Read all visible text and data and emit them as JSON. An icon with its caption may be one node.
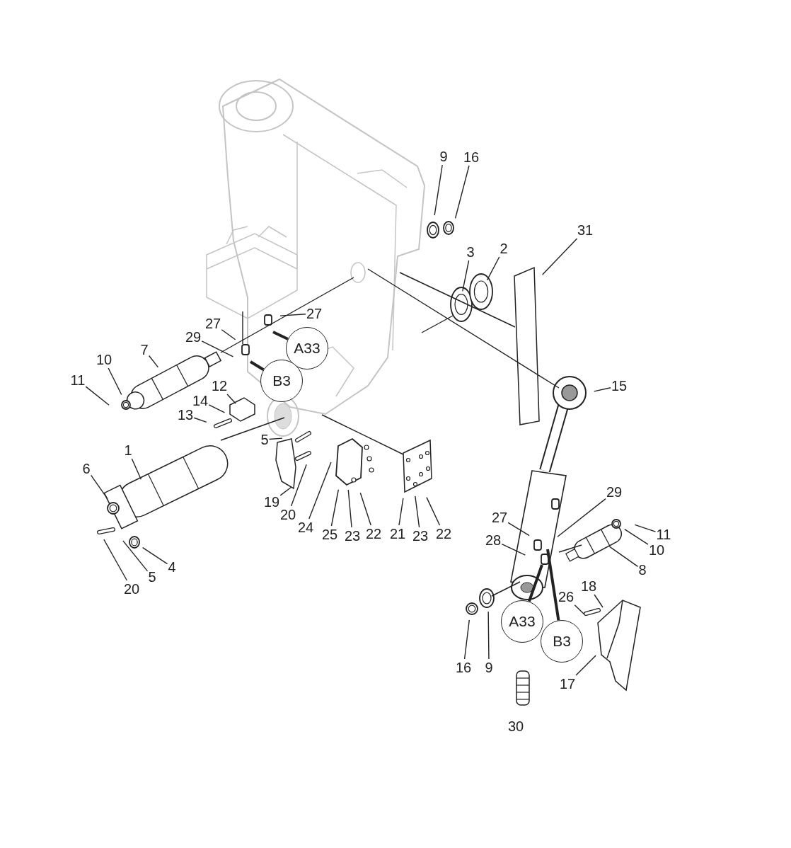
{
  "diagram": {
    "nodes": [
      {
        "text": [
          "9"
        ]
      },
      {
        "text": [
          "16"
        ]
      },
      {
        "text": [
          "31"
        ]
      },
      {
        "text": [
          "3"
        ]
      },
      {
        "text": [
          "2"
        ]
      },
      {
        "text": [
          "27"
        ]
      },
      {
        "text": [
          "27"
        ]
      },
      {
        "text": [
          "A33"
        ]
      },
      {
        "text": [
          "29"
        ]
      },
      {
        "text": [
          "7"
        ]
      },
      {
        "text": [
          "10"
        ]
      },
      {
        "text": [
          "B3"
        ]
      },
      {
        "text": [
          "11"
        ]
      },
      {
        "text": [
          "15"
        ]
      },
      {
        "text": [
          "12"
        ]
      },
      {
        "text": [
          "14"
        ]
      },
      {
        "text": [
          "13"
        ]
      },
      {
        "text": [
          "5"
        ]
      },
      {
        "text": [
          "1"
        ]
      },
      {
        "text": [
          "6"
        ]
      },
      {
        "text": [
          "29"
        ]
      },
      {
        "text": [
          "19"
        ]
      },
      {
        "text": [
          "20"
        ]
      },
      {
        "text": [
          "27"
        ]
      },
      {
        "text": [
          "24"
        ]
      },
      {
        "text": [
          "25"
        ]
      },
      {
        "text": [
          "23"
        ]
      },
      {
        "text": [
          "22"
        ]
      },
      {
        "text": [
          "21"
        ]
      },
      {
        "text": [
          "23"
        ]
      },
      {
        "text": [
          "22"
        ]
      },
      {
        "text": [
          "11"
        ]
      },
      {
        "text": [
          "28"
        ]
      },
      {
        "text": [
          "10"
        ]
      },
      {
        "text": [
          "4"
        ]
      },
      {
        "text": [
          "8"
        ]
      },
      {
        "text": [
          "5"
        ]
      },
      {
        "text": [
          "18"
        ]
      },
      {
        "text": [
          "20"
        ]
      },
      {
        "text": [
          "26"
        ]
      },
      {
        "text": [
          "A33"
        ]
      },
      {
        "text": [
          "B3"
        ]
      },
      {
        "text": [
          "16"
        ]
      },
      {
        "text": [
          "9"
        ]
      },
      {
        "text": [
          "17"
        ]
      }
    ],
    "edges": [
      {
        "from": 0,
        "to": null,
        "arrow": "none"
      },
      {
        "from": 1,
        "to": null,
        "arrow": "none"
      },
      {
        "from": 2,
        "to": null,
        "arrow": "none"
      },
      {
        "from": 3,
        "to": null,
        "arrow": "none"
      },
      {
        "from": 4,
        "to": null,
        "arrow": "none"
      },
      {
        "from": 5,
        "to": null,
        "arrow": "none"
      },
      {
        "from": 6,
        "to": null,
        "arrow": "none"
      },
      {
        "from": 8,
        "to": null,
        "arrow": "none"
      },
      {
        "from": 9,
        "to": null,
        "arrow": "none"
      },
      {
        "from": 10,
        "to": null,
        "arrow": "none"
      },
      {
        "from": 12,
        "to": null,
        "arrow": "none"
      },
      {
        "from": 13,
        "to": null,
        "arrow": "none"
      },
      {
        "from": 14,
        "to": null,
        "arrow": "none"
      },
      {
        "from": 15,
        "to": null,
        "arrow": "none"
      },
      {
        "from": 16,
        "to": null,
        "arrow": "none"
      },
      {
        "from": 17,
        "to": null,
        "arrow": "none"
      },
      {
        "from": 18,
        "to": null,
        "arrow": "none"
      },
      {
        "from": 19,
        "to": null,
        "arrow": "none"
      },
      {
        "from": 20,
        "to": null,
        "arrow": "none"
      },
      {
        "from": 21,
        "to": null,
        "arrow": "none"
      },
      {
        "from": 22,
        "to": null,
        "arrow": "none"
      },
      {
        "from": 23,
        "to": null,
        "arrow": "none"
      },
      {
        "from": 24,
        "to": null,
        "arrow": "none"
      },
      {
        "from": 25,
        "to": null,
        "arrow": "none"
      },
      {
        "from": 26,
        "to": null,
        "arrow": "none"
      },
      {
        "from": 27,
        "to": null,
        "arrow": "none"
      },
      {
        "from": 28,
        "to": null,
        "arrow": "none"
      },
      {
        "from": 29,
        "to": null,
        "arrow": "none"
      },
      {
        "from": 30,
        "to": null,
        "arrow": "none"
      },
      {
        "from": 31,
        "to": null,
        "arrow": "none"
      },
      {
        "from": 32,
        "to": null,
        "arrow": "none"
      },
      {
        "from": 33,
        "to": null,
        "arrow": "none"
      },
      {
        "from": 34,
        "to": null,
        "arrow": "none"
      },
      {
        "from": 35,
        "to": null,
        "arrow": "none"
      },
      {
        "from": 36,
        "to": null,
        "arrow": "none"
      },
      {
        "from": 37,
        "to": null,
        "arrow": "none"
      },
      {
        "from": 38,
        "to": null,
        "arrow": "none"
      },
      {
        "from": 39,
        "to": null,
        "arrow": "none"
      },
      {
        "from": 42,
        "to": null,
        "arrow": "none"
      },
      {
        "from": 43,
        "to": null,
        "arrow": "none"
      },
      {
        "from": 44,
        "to": null,
        "arrow": "none"
      },
      {
        "from": null,
        "to": 7,
        "arrow": "none",
        "style": "thick"
      },
      {
        "from": null,
        "to": 11,
        "arrow": "none",
        "style": "thick"
      },
      {
        "from": null,
        "to": 40,
        "arrow": "none",
        "style": "thick"
      },
      {
        "from": null,
        "to": 41,
        "arrow": "none",
        "style": "thick"
      }
    ],
    "labels": [
      "30"
    ]
  }
}
